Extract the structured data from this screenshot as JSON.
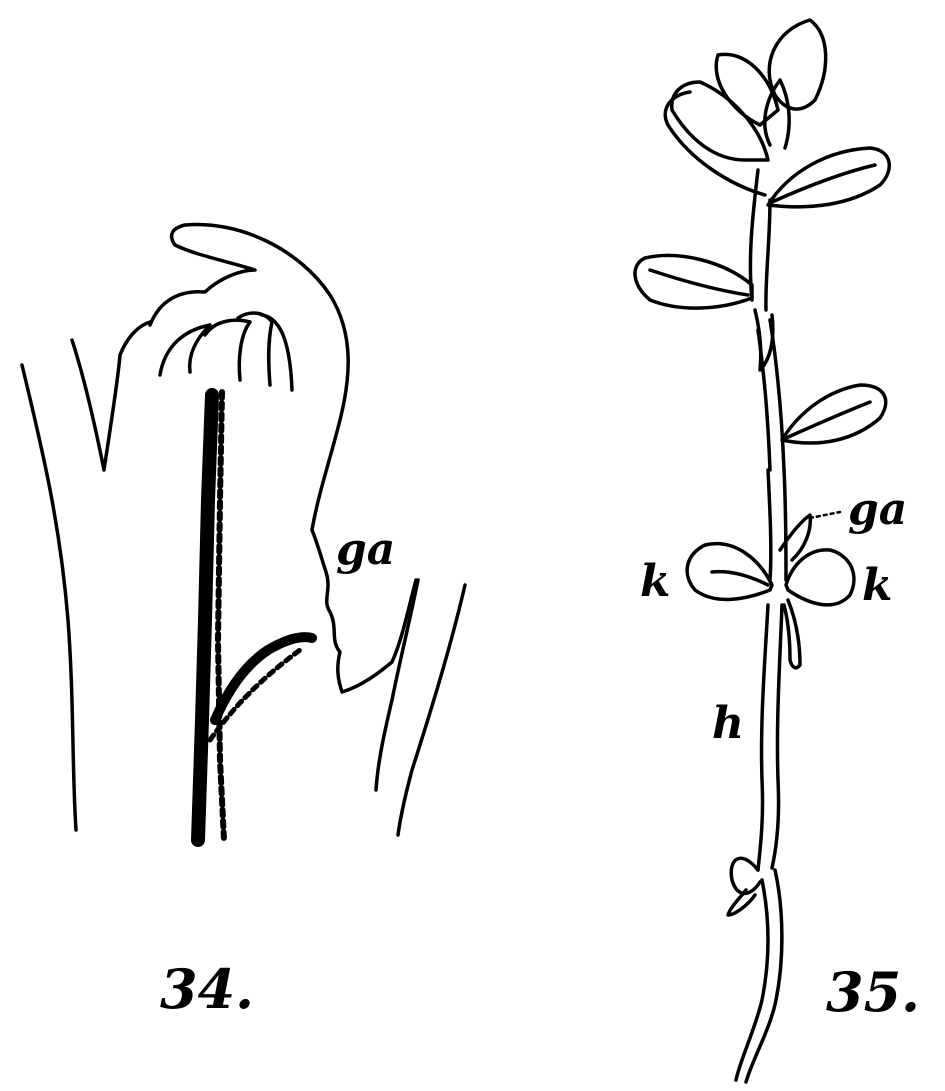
{
  "figures": [
    {
      "number": "34.",
      "labels": {
        "ga": "ga"
      }
    },
    {
      "number": "35.",
      "labels": {
        "ga": "ga",
        "k_left": "k",
        "k_right": "k",
        "h": "h"
      }
    }
  ],
  "colors": {
    "ink": "#000000",
    "paper": "#ffffff"
  }
}
